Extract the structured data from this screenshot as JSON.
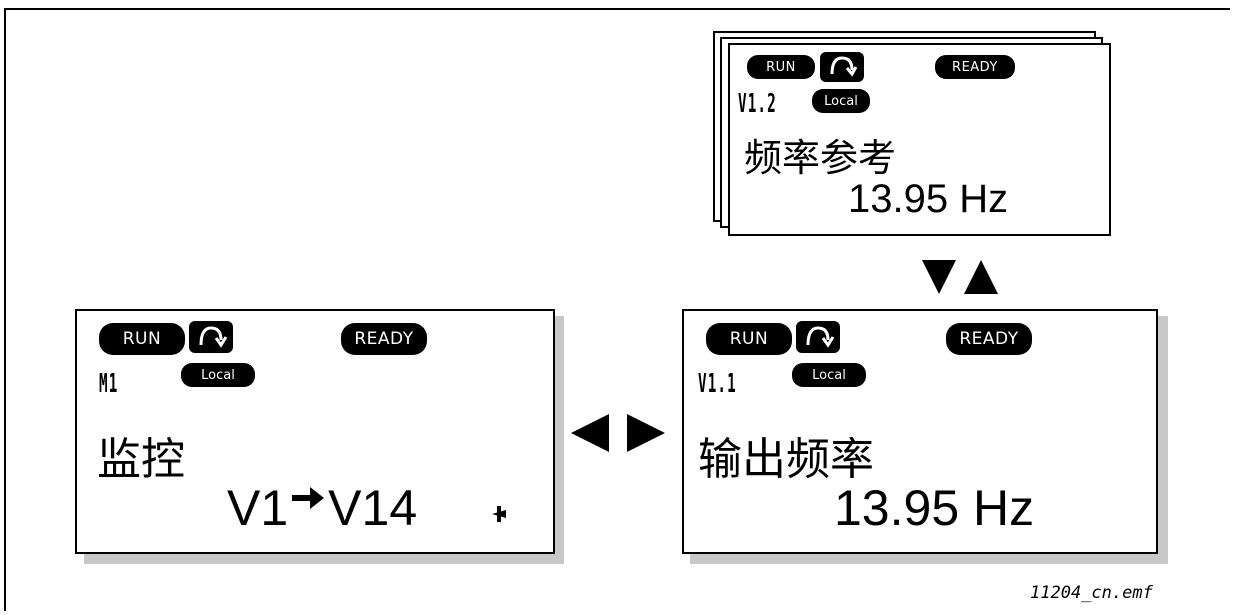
{
  "badges": {
    "run": "RUN",
    "ready": "READY",
    "local": "Local"
  },
  "screen_menu": {
    "code": "M1",
    "title": "监控",
    "range_start": "V1",
    "range_end": "V14"
  },
  "screen_out": {
    "code": "V1.1",
    "title": "输出频率",
    "value": "13.95 Hz"
  },
  "screen_ref": {
    "code": "V1.2",
    "title": "频率参考",
    "value": "13.95 Hz"
  },
  "caption": "11204_cn.emf",
  "icons": [
    "rotation-icon",
    "arrow-right-icon",
    "scroll-icon",
    "arrow-down-icon",
    "arrow-up-icon",
    "arrow-left-icon",
    "arrow-right-triangle-icon"
  ]
}
